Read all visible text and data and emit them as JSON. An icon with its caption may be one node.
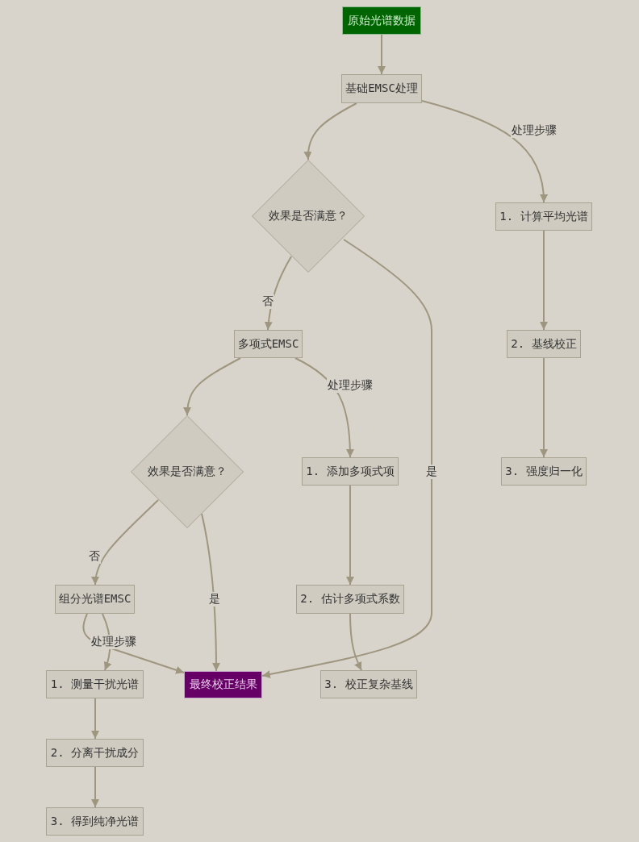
{
  "diagram": {
    "nodes": [
      {
        "text": [
          "原始光谱数据"
        ]
      },
      {
        "text": [
          "基础EMSC处理"
        ]
      },
      {
        "text": [
          "效果是否满意？"
        ]
      },
      {
        "text": [
          "1. 计算平均光谱"
        ]
      },
      {
        "text": [
          "2. 基线校正"
        ]
      },
      {
        "text": [
          "3. 强度归一化"
        ]
      },
      {
        "text": [
          "多项式EMSC"
        ]
      },
      {
        "text": [
          "效果是否满意？"
        ]
      },
      {
        "text": [
          "1. 添加多项式项"
        ]
      },
      {
        "text": [
          "2. 估计多项式系数"
        ]
      },
      {
        "text": [
          "3. 校正复杂基线"
        ]
      },
      {
        "text": [
          "组分光谱EMSC"
        ]
      },
      {
        "text": [
          "最终校正结果"
        ]
      },
      {
        "text": [
          "1. 测量干扰光谱"
        ]
      },
      {
        "text": [
          "2. 分离干扰成分"
        ]
      },
      {
        "text": [
          "3. 得到纯净光谱"
        ]
      }
    ],
    "edges": [
      {
        "from": 0,
        "to": 1,
        "arrow": "to"
      },
      {
        "from": 1,
        "to": 2,
        "arrow": "to"
      },
      {
        "from": 1,
        "to": 3,
        "arrow": "to",
        "label": "处理步骤"
      },
      {
        "from": 3,
        "to": 4,
        "arrow": "to"
      },
      {
        "from": 4,
        "to": 5,
        "arrow": "to"
      },
      {
        "from": 2,
        "to": 6,
        "arrow": "to",
        "label": "否"
      },
      {
        "from": 2,
        "to": 12,
        "arrow": "to",
        "label": "是"
      },
      {
        "from": 6,
        "to": 7,
        "arrow": "to"
      },
      {
        "from": 6,
        "to": 8,
        "arrow": "to",
        "label": "处理步骤"
      },
      {
        "from": 8,
        "to": 9,
        "arrow": "to"
      },
      {
        "from": 9,
        "to": 10,
        "arrow": "to"
      },
      {
        "from": 7,
        "to": 11,
        "arrow": "to",
        "label": "否"
      },
      {
        "from": 7,
        "to": 12,
        "arrow": "to",
        "label": "是"
      },
      {
        "from": 11,
        "to": 12,
        "arrow": "to"
      },
      {
        "from": 11,
        "to": 13,
        "arrow": "to",
        "label": "处理步骤"
      },
      {
        "from": 13,
        "to": 14,
        "arrow": "to"
      },
      {
        "from": 14,
        "to": 15,
        "arrow": "to"
      }
    ]
  }
}
